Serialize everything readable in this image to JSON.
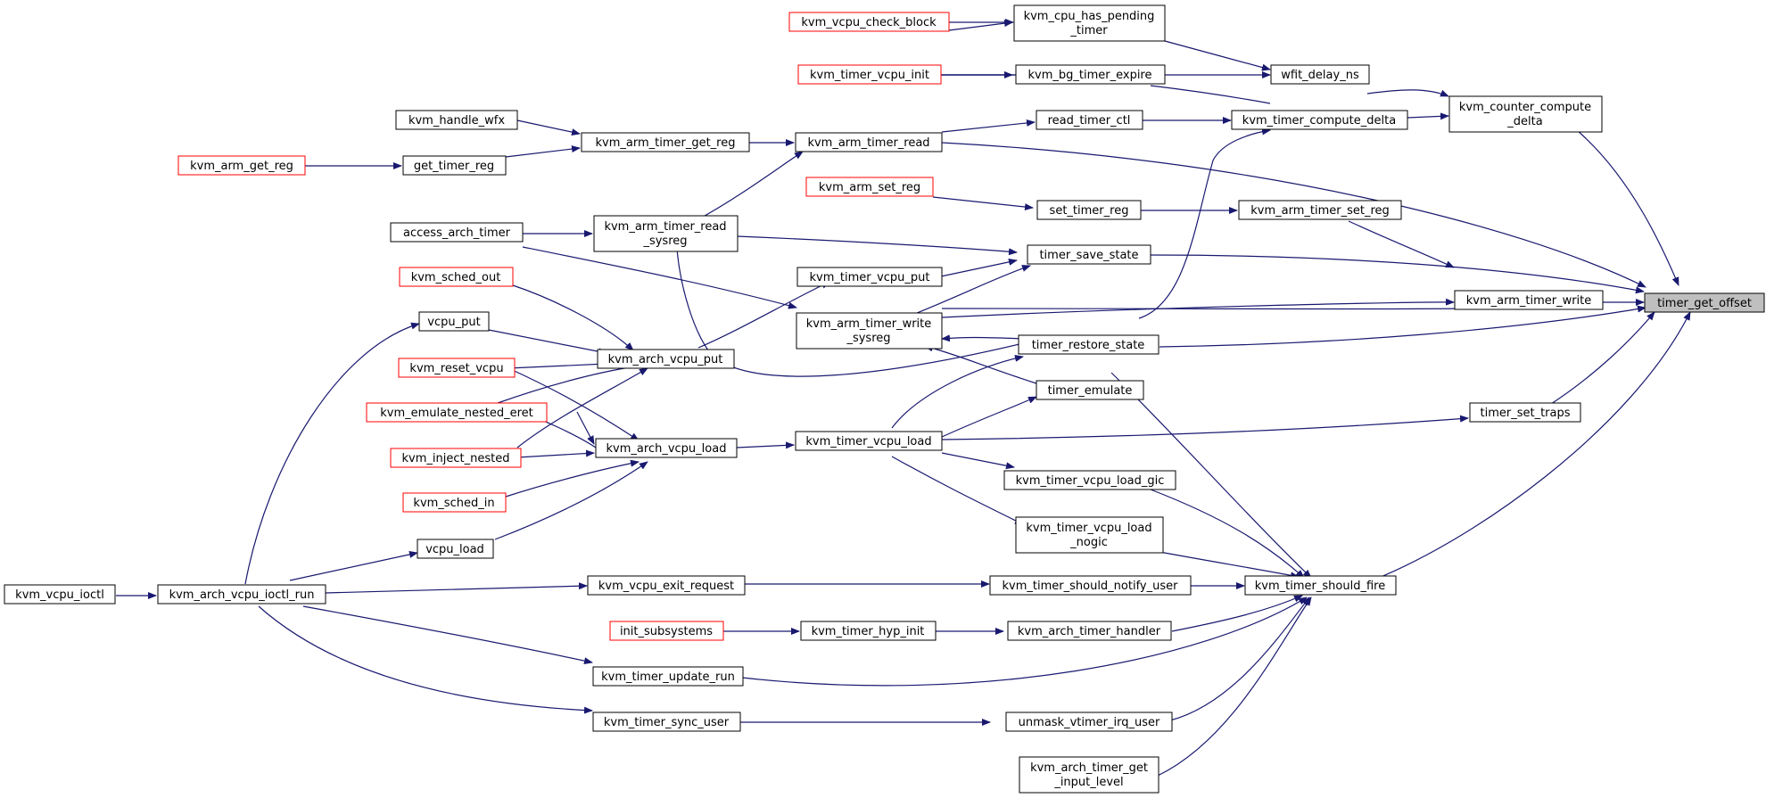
{
  "graph": {
    "edge_color": "#191970",
    "link_border_color": "#ff0000",
    "root_fill": "#bfbfbf",
    "nodes": {
      "root": {
        "lines": [
          "timer_get_offset"
        ]
      },
      "counter_compute_delta": {
        "lines": [
          "kvm_counter_compute",
          "_delta"
        ]
      },
      "vcpu_check_block": {
        "lines": [
          "kvm_vcpu_check_block"
        ]
      },
      "cpu_has_pending_timer": {
        "lines": [
          "kvm_cpu_has_pending",
          "_timer"
        ]
      },
      "timer_vcpu_init": {
        "lines": [
          "kvm_timer_vcpu_init"
        ]
      },
      "bg_timer_expire": {
        "lines": [
          "kvm_bg_timer_expire"
        ]
      },
      "wfit_delay_ns": {
        "lines": [
          "wfit_delay_ns"
        ]
      },
      "handle_wfx": {
        "lines": [
          "kvm_handle_wfx"
        ]
      },
      "arm_get_reg": {
        "lines": [
          "kvm_arm_get_reg"
        ]
      },
      "get_timer_reg": {
        "lines": [
          "get_timer_reg"
        ]
      },
      "arm_timer_get_reg": {
        "lines": [
          "kvm_arm_timer_get_reg"
        ]
      },
      "arm_timer_read": {
        "lines": [
          "kvm_arm_timer_read"
        ]
      },
      "read_timer_ctl": {
        "lines": [
          "read_timer_ctl"
        ]
      },
      "timer_compute_delta": {
        "lines": [
          "kvm_timer_compute_delta"
        ]
      },
      "arm_set_reg": {
        "lines": [
          "kvm_arm_set_reg"
        ]
      },
      "set_timer_reg": {
        "lines": [
          "set_timer_reg"
        ]
      },
      "arm_timer_set_reg": {
        "lines": [
          "kvm_arm_timer_set_reg"
        ]
      },
      "access_arch_timer": {
        "lines": [
          "access_arch_timer"
        ]
      },
      "arm_timer_read_sysreg": {
        "lines": [
          "kvm_arm_timer_read",
          "_sysreg"
        ]
      },
      "timer_save_state": {
        "lines": [
          "timer_save_state"
        ]
      },
      "timer_vcpu_put": {
        "lines": [
          "kvm_timer_vcpu_put"
        ]
      },
      "sched_out": {
        "lines": [
          "kvm_sched_out"
        ]
      },
      "vcpu_put": {
        "lines": [
          "vcpu_put"
        ]
      },
      "arm_timer_write_sysreg": {
        "lines": [
          "kvm_arm_timer_write",
          "_sysreg"
        ]
      },
      "arm_timer_write": {
        "lines": [
          "kvm_arm_timer_write"
        ]
      },
      "timer_restore_state": {
        "lines": [
          "timer_restore_state"
        ]
      },
      "reset_vcpu": {
        "lines": [
          "kvm_reset_vcpu"
        ]
      },
      "arch_vcpu_put": {
        "lines": [
          "kvm_arch_vcpu_put"
        ]
      },
      "emulate_nested_eret": {
        "lines": [
          "kvm_emulate_nested_eret"
        ]
      },
      "timer_emulate": {
        "lines": [
          "timer_emulate"
        ]
      },
      "timer_set_traps": {
        "lines": [
          "timer_set_traps"
        ]
      },
      "inject_nested": {
        "lines": [
          "kvm_inject_nested"
        ]
      },
      "arch_vcpu_load": {
        "lines": [
          "kvm_arch_vcpu_load"
        ]
      },
      "timer_vcpu_load": {
        "lines": [
          "kvm_timer_vcpu_load"
        ]
      },
      "sched_in": {
        "lines": [
          "kvm_sched_in"
        ]
      },
      "timer_vcpu_load_gic": {
        "lines": [
          "kvm_timer_vcpu_load_gic"
        ]
      },
      "vcpu_load": {
        "lines": [
          "vcpu_load"
        ]
      },
      "timer_vcpu_load_nogic": {
        "lines": [
          "kvm_timer_vcpu_load",
          "_nogic"
        ]
      },
      "vcpu_ioctl": {
        "lines": [
          "kvm_vcpu_ioctl"
        ]
      },
      "arch_vcpu_ioctl_run": {
        "lines": [
          "kvm_arch_vcpu_ioctl_run"
        ]
      },
      "vcpu_exit_request": {
        "lines": [
          "kvm_vcpu_exit_request"
        ]
      },
      "timer_should_notify_user": {
        "lines": [
          "kvm_timer_should_notify_user"
        ]
      },
      "timer_should_fire": {
        "lines": [
          "kvm_timer_should_fire"
        ]
      },
      "init_subsystems": {
        "lines": [
          "init_subsystems"
        ]
      },
      "timer_hyp_init": {
        "lines": [
          "kvm_timer_hyp_init"
        ]
      },
      "arch_timer_handler": {
        "lines": [
          "kvm_arch_timer_handler"
        ]
      },
      "timer_update_run": {
        "lines": [
          "kvm_timer_update_run"
        ]
      },
      "timer_sync_user": {
        "lines": [
          "kvm_timer_sync_user"
        ]
      },
      "unmask_vtimer_irq_user": {
        "lines": [
          "unmask_vtimer_irq_user"
        ]
      },
      "arch_timer_get_input_level": {
        "lines": [
          "kvm_arch_timer_get",
          "_input_level"
        ]
      }
    }
  }
}
